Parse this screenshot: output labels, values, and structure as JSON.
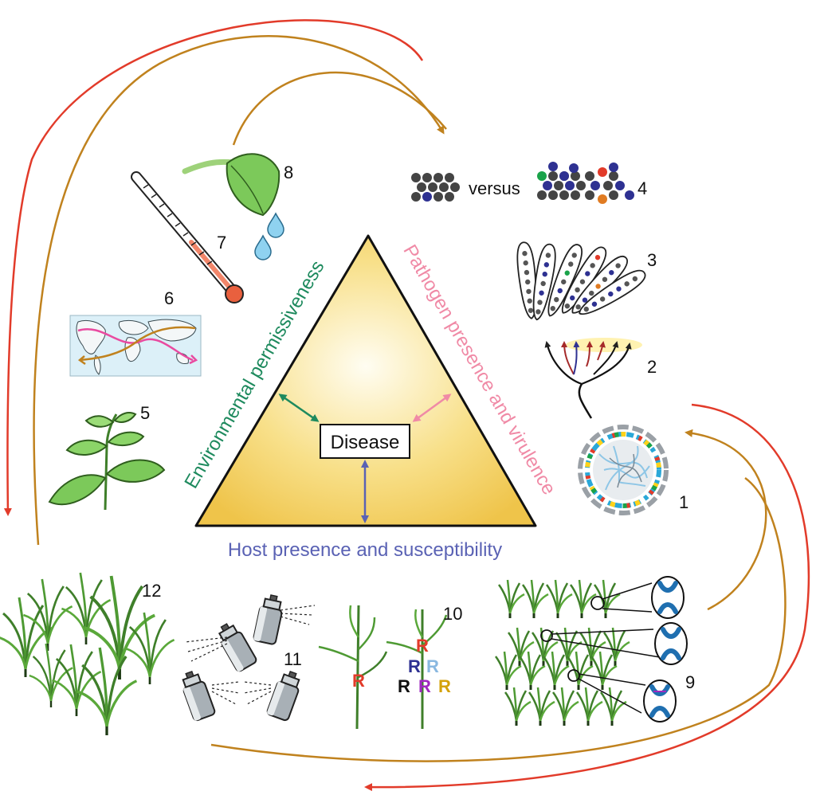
{
  "triangle": {
    "center_label": "Disease",
    "sides": {
      "left": "Environmental permissiveness",
      "right": "Pathogen presence and virulence",
      "bottom": "Host presence and susceptibility"
    }
  },
  "panels": {
    "p1": "1",
    "p2": "2",
    "p3": "3",
    "p4": "4",
    "p5": "5",
    "p6": "6",
    "p7": "7",
    "p8": "8",
    "p9": "9",
    "p10": "10",
    "p11": "11",
    "p12": "12"
  },
  "panel4_text": "versus",
  "resistance_letter": "R",
  "colors": {
    "environment": "#1e8a5e",
    "pathogen": "#f08aa6",
    "host": "#5a62b4",
    "arrow_red": "#e23b2a",
    "arrow_brown": "#c0821e",
    "triangle_light": "#fffbe6",
    "triangle_dark": "#f0c94c"
  }
}
